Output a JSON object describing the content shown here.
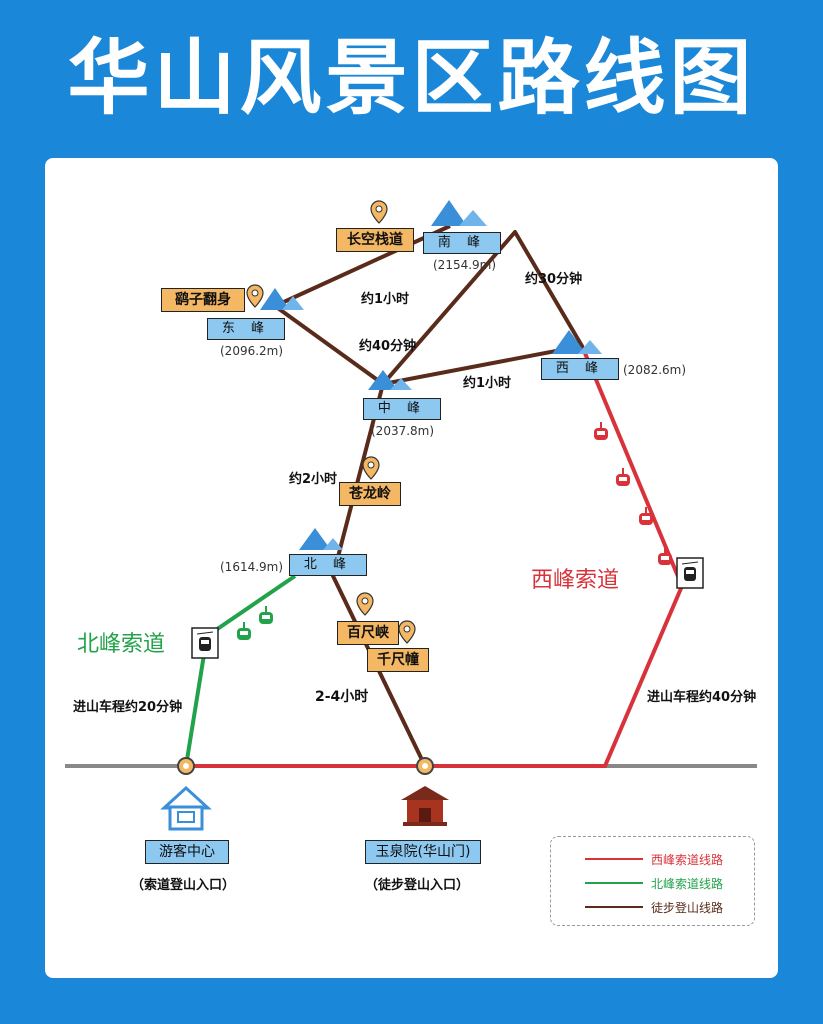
{
  "title": "华山风景区路线图",
  "colors": {
    "west_cable": "#d8333b",
    "north_cable": "#22a24a",
    "hiking": "#5a2b1a",
    "road": "#888888",
    "peak_label": "#8cc8ef",
    "spot_label": "#f4b763"
  },
  "peaks": {
    "south": {
      "name": "南 峰",
      "elev": "(2154.9m)"
    },
    "east": {
      "name": "东 峰",
      "elev": "(2096.2m)"
    },
    "west": {
      "name": "西 峰",
      "elev": "(2082.6m)"
    },
    "middle": {
      "name": "中 峰",
      "elev": "(2037.8m)"
    },
    "north": {
      "name": "北 峰",
      "elev": "(1614.9m)"
    }
  },
  "spots": {
    "changkong": "长空栈道",
    "yaozi": "鹞子翻身",
    "canglong": "苍龙岭",
    "baichi": "百尺峡",
    "qianchi": "千尺幢"
  },
  "times": {
    "t_south_west": "约30分钟",
    "t_south_east": "约1小时",
    "t_east_middle": "约40分钟",
    "t_middle_west": "约1小时",
    "t_middle_north": "约2小时",
    "t_hike": "2-4小时",
    "t_north_road": "进山车程约20分钟",
    "t_west_road": "进山车程约40分钟"
  },
  "cableways": {
    "north": "北峰索道",
    "west": "西峰索道"
  },
  "entrances": {
    "visitor": {
      "name": "游客中心",
      "sub": "（索道登山入口）"
    },
    "yuquan": {
      "name": "玉泉院(华山门)",
      "sub": "（徒步登山入口）"
    }
  },
  "legend": {
    "west": "西峰索道线路",
    "north": "北峰索道线路",
    "hike": "徒步登山线路"
  },
  "icons": [
    "location-pin-icon",
    "mountain-icon",
    "cable-car-icon",
    "cable-station-icon",
    "house-icon",
    "temple-icon"
  ]
}
